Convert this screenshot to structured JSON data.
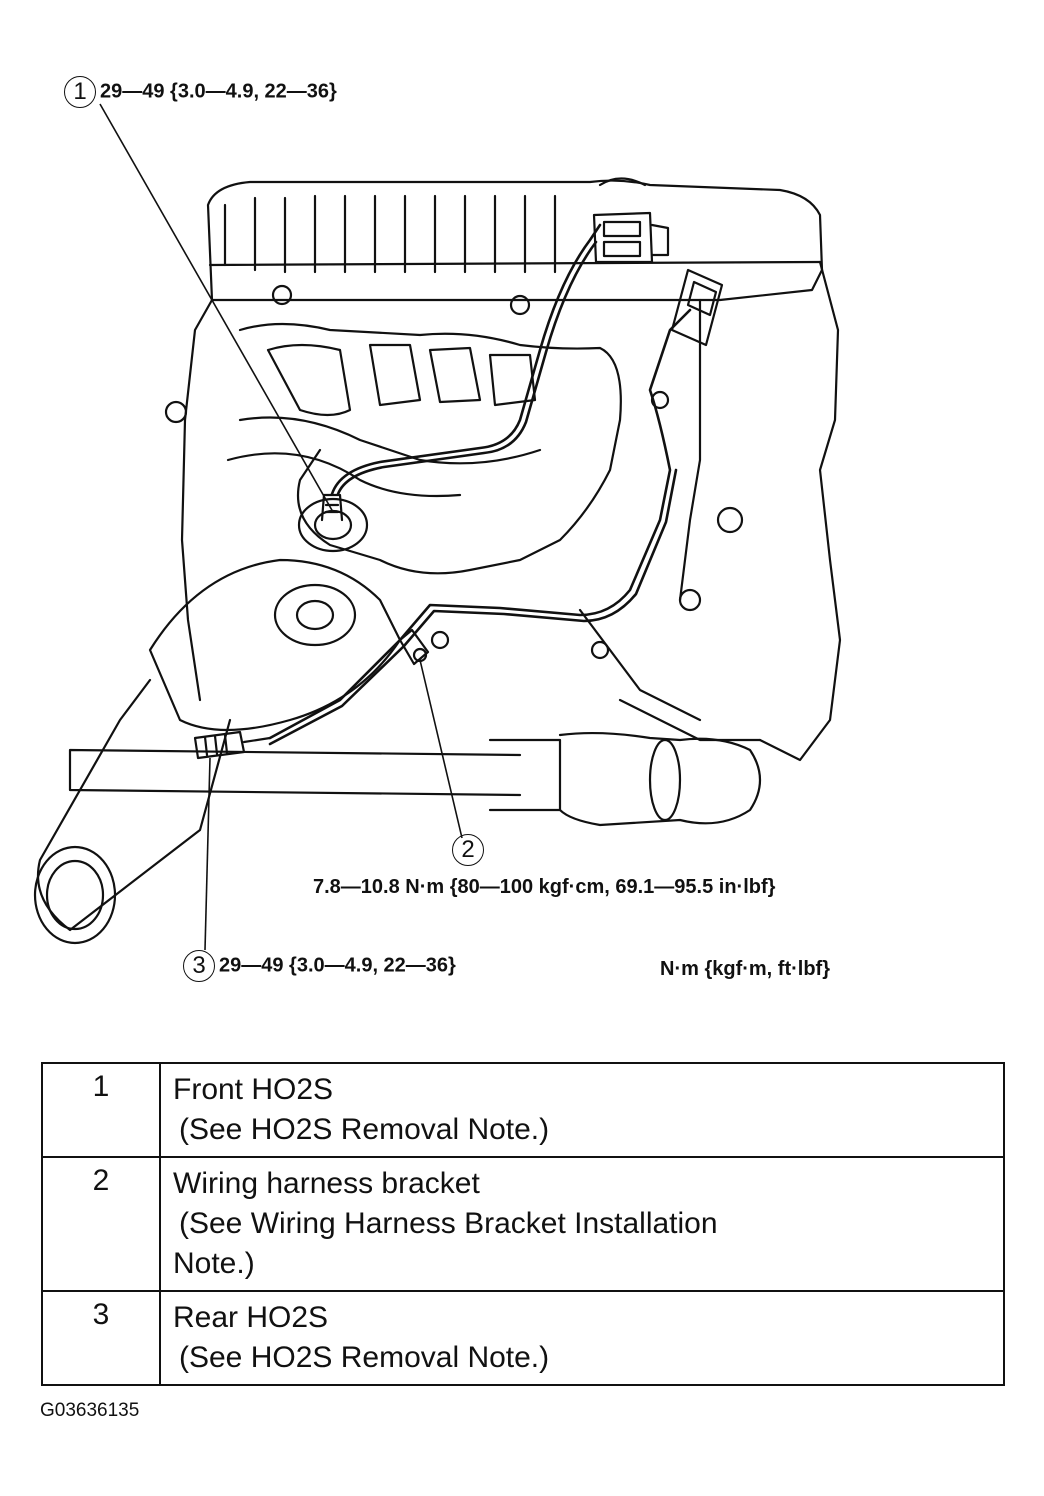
{
  "callouts": [
    {
      "number": "1",
      "torque": "29—49 {3.0—4.9, 22—36}"
    },
    {
      "number": "2",
      "torque": "7.8—10.8 N·m {80—100 kgf·cm, 69.1—95.5 in·lbf}"
    },
    {
      "number": "3",
      "torque": "29—49 {3.0—4.9, 22—36}"
    }
  ],
  "units_note": "N·m {kgf·m, ft·lbf}",
  "parts": [
    {
      "number": "1",
      "name": "Front HO2S",
      "note": "(See HO2S Removal Note.)"
    },
    {
      "number": "2",
      "name": "Wiring harness bracket",
      "note": "(See Wiring Harness Bracket Installation",
      "note2": "Note.)"
    },
    {
      "number": "3",
      "name": "Rear HO2S",
      "note": "(See HO2S Removal Note.)"
    }
  ],
  "figure_id": "G03636135"
}
